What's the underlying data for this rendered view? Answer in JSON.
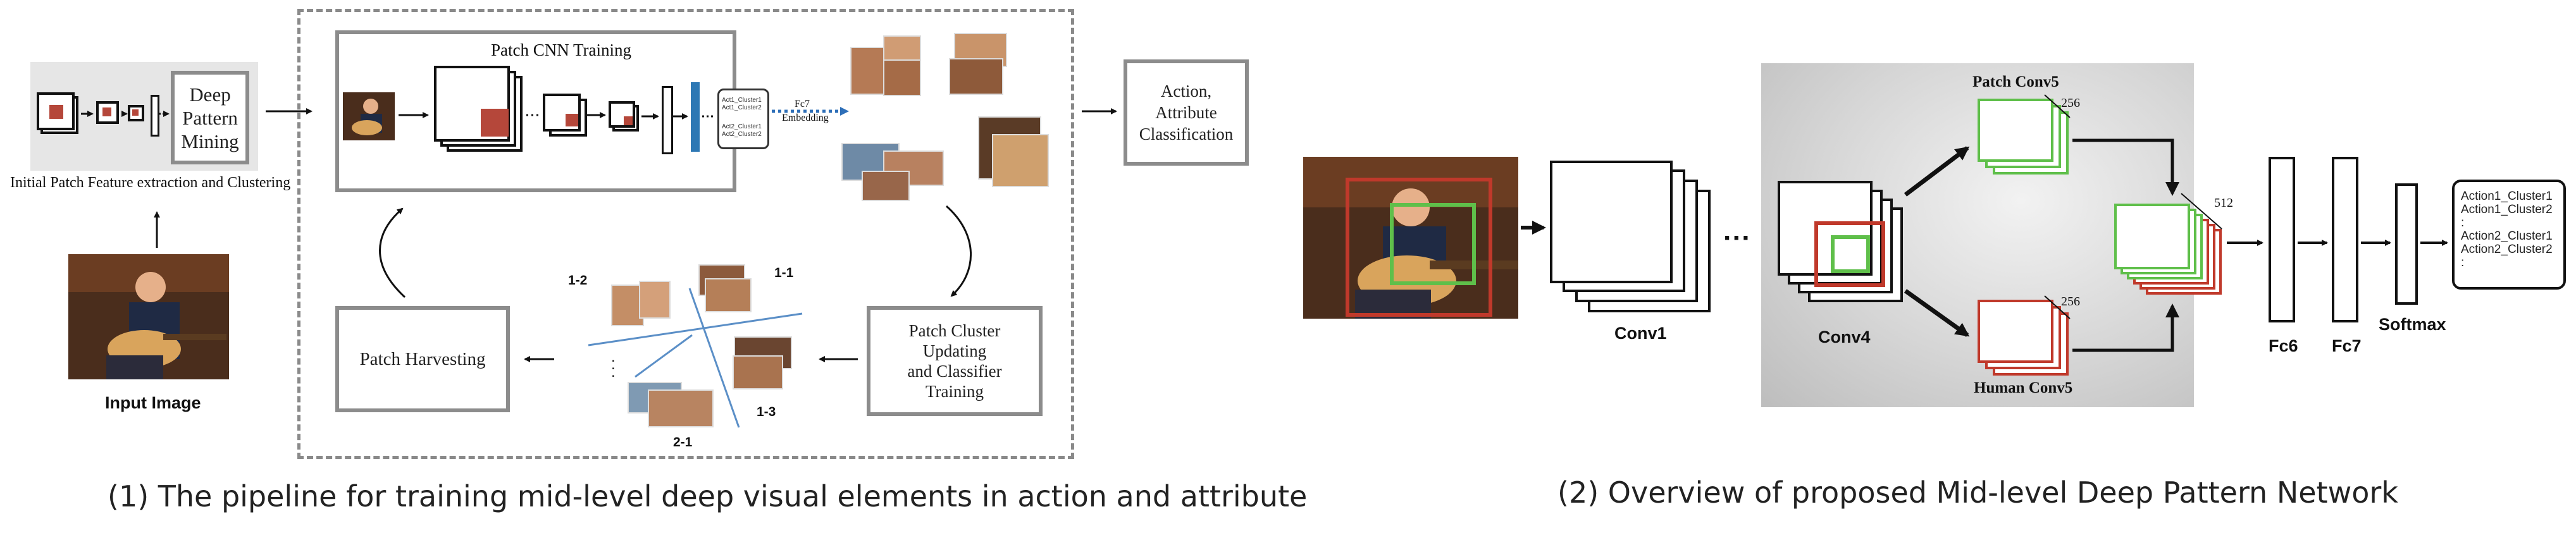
{
  "left_panel": {
    "init_label": "Initial Patch Feature extraction and Clustering",
    "deep_mining": [
      "Deep",
      "Pattern",
      "Mining"
    ],
    "input_image_label": "Input Image",
    "cnn_title": "Patch CNN Training",
    "fc7": "Fc7",
    "embedding": "Embedding",
    "cluster_lines": [
      "Act1_Cluster1",
      "Act1_Cluster2",
      "Act2_Cluster1",
      "Act2_Cluster2"
    ],
    "classification": [
      "Action,",
      "Attribute",
      "Classification"
    ],
    "updating": [
      "Patch Cluster",
      "Updating",
      "and Classifier",
      "Training"
    ],
    "harvesting": "Patch Harvesting",
    "quadrants": [
      "1-1",
      "1-2",
      "1-3",
      "2-1"
    ],
    "caption": "(1) The pipeline for training mid-level deep visual elements in action and attribute"
  },
  "right_panel": {
    "conv1": "Conv1",
    "conv4": "Conv4",
    "patch_conv5": "Patch Conv5",
    "human_conv5": "Human Conv5",
    "dim_256_top": "256",
    "dim_256_bottom": "256",
    "dim_512": "512",
    "fc6": "Fc6",
    "fc7": "Fc7",
    "softmax": "Softmax",
    "output_lines": [
      "Action1_Cluster1",
      "Action1_Cluster2",
      ":",
      "Action2_Cluster1",
      "Action2_Cluster2",
      ":"
    ],
    "caption": "(2) Overview of proposed Mid-level Deep Pattern Network"
  },
  "colors": {
    "box_border": "#8c8c8c",
    "patch_red": "#b5473a",
    "embed_blue": "#2e6fb8",
    "bar_blue": "#2d78b4",
    "green": "#5fbf4a",
    "red": "#c0392b",
    "panel_gray": "#c8c8c8"
  }
}
